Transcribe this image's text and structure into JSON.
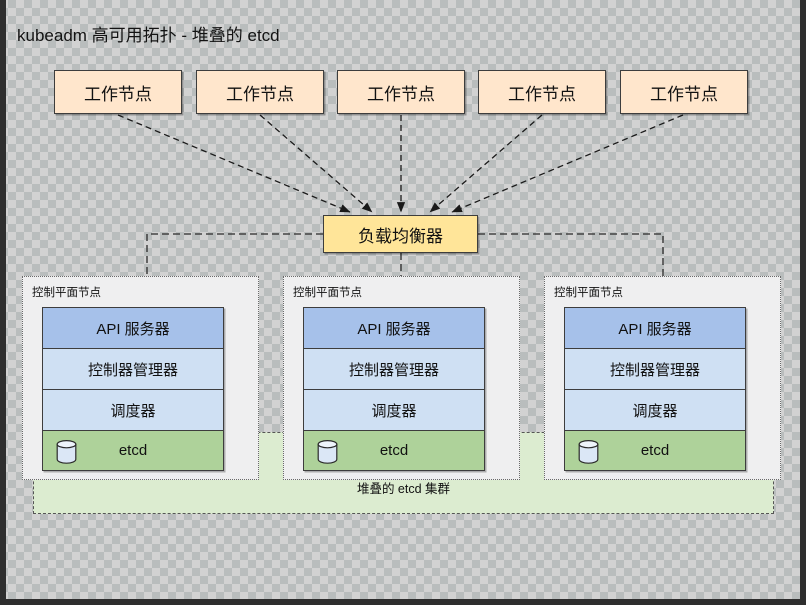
{
  "diagram": {
    "title": "kubeadm 高可用拓扑 - 堆叠的 etcd",
    "background": "transparent-checkerboard",
    "colors": {
      "worker_fill": "#ffe6cc",
      "load_balancer_fill": "#ffe599",
      "api_server_fill": "#a6c1ea",
      "component_fill": "#cfe0f3",
      "etcd_fill": "#aed29a",
      "cluster_band_fill": "#dcecd0",
      "panel_fill": "#efeff0",
      "stroke": "#3d3d3d"
    }
  },
  "workers": [
    {
      "label": "工作节点"
    },
    {
      "label": "工作节点"
    },
    {
      "label": "工作节点"
    },
    {
      "label": "工作节点"
    },
    {
      "label": "工作节点"
    }
  ],
  "load_balancer": {
    "label": "负载均衡器"
  },
  "etcd_cluster": {
    "label": "堆叠的 etcd 集群"
  },
  "control_planes": [
    {
      "panel_label": "控制平面节点",
      "rows": [
        {
          "label": "API 服务器",
          "kind": "api"
        },
        {
          "label": "控制器管理器",
          "kind": "component"
        },
        {
          "label": "调度器",
          "kind": "component"
        },
        {
          "label": "etcd",
          "kind": "etcd",
          "icon": "database-icon"
        }
      ]
    },
    {
      "panel_label": "控制平面节点",
      "rows": [
        {
          "label": "API 服务器",
          "kind": "api"
        },
        {
          "label": "控制器管理器",
          "kind": "component"
        },
        {
          "label": "调度器",
          "kind": "component"
        },
        {
          "label": "etcd",
          "kind": "etcd",
          "icon": "database-icon"
        }
      ]
    },
    {
      "panel_label": "控制平面节点",
      "rows": [
        {
          "label": "API 服务器",
          "kind": "api"
        },
        {
          "label": "控制器管理器",
          "kind": "component"
        },
        {
          "label": "调度器",
          "kind": "component"
        },
        {
          "label": "etcd",
          "kind": "etcd",
          "icon": "database-icon"
        }
      ]
    }
  ]
}
